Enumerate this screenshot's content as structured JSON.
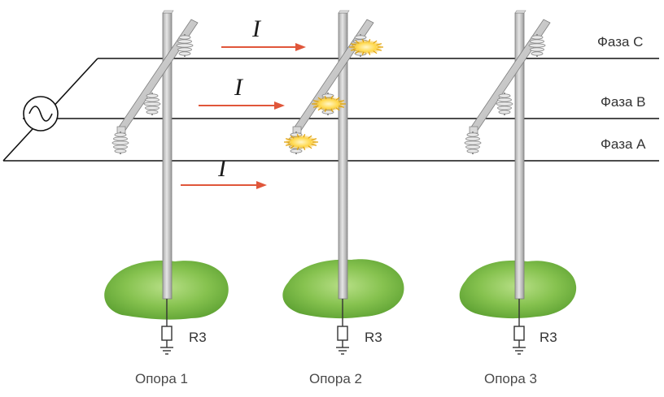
{
  "phases": [
    {
      "id": "C",
      "label": "Фаза С"
    },
    {
      "id": "B",
      "label": "Фаза В"
    },
    {
      "id": "A",
      "label": "Фаза А"
    }
  ],
  "current_symbol": "I",
  "supports": [
    {
      "label": "Опора 1",
      "resistor_label": "R3"
    },
    {
      "label": "Опора 2",
      "resistor_label": "R3"
    },
    {
      "label": "Опора 3",
      "resistor_label": "R3"
    }
  ],
  "icons": {
    "source": "ac-source-icon",
    "ground": "ground-icon",
    "resistor": "resistor-icon",
    "insulator": "insulator-icon",
    "arc": "arc-flash-icon"
  },
  "colors": {
    "wire": "#111111",
    "arrow": "#e0563a",
    "pole": "#c9c9c9",
    "ground_patch": "#79b843",
    "arc": "#f0b400"
  }
}
